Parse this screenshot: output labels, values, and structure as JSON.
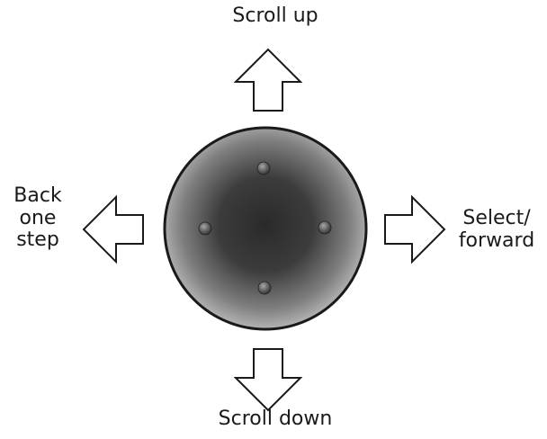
{
  "labels": {
    "scroll_up": "Scroll up",
    "scroll_down": "Scroll down",
    "back_line1": "Back",
    "back_line2": "one",
    "back_line3": "step",
    "select_line1": "Select/",
    "select_line2": "forward"
  },
  "icons": {
    "up": "arrow-up-icon",
    "down": "arrow-down-icon",
    "left": "arrow-left-icon",
    "right": "arrow-right-icon"
  },
  "colors": {
    "arrow_stroke": "#1a1a1a",
    "arrow_fill": "#ffffff",
    "knob_rim": "#1a1a1a",
    "knob_center": "#2a2a2a",
    "knob_edge": "#b4b4b4"
  }
}
